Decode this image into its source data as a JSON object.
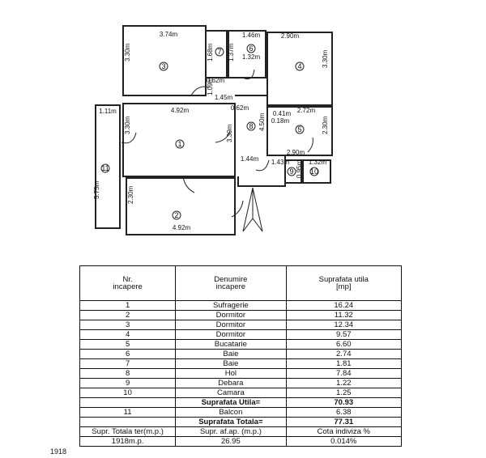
{
  "plan": {
    "rooms": [
      {
        "num": "1",
        "dims": [
          "4.92m",
          "3.30m"
        ]
      },
      {
        "num": "2",
        "dims": [
          "4.92m",
          "2.30m"
        ]
      },
      {
        "num": "3",
        "dims": [
          "3.74m",
          "3.30m"
        ]
      },
      {
        "num": "4",
        "dims": [
          "2.90m",
          "3.30m"
        ]
      },
      {
        "num": "5",
        "dims": [
          "2.72m",
          "2.30m",
          "2.90m"
        ]
      },
      {
        "num": "6",
        "dims": [
          "1.46m",
          "1.32m"
        ]
      },
      {
        "num": "7",
        "dims": [
          "1.68m",
          "0.62m"
        ]
      },
      {
        "num": "8",
        "dims": [
          "4.50m",
          "3.30m",
          "1.44m"
        ]
      },
      {
        "num": "9",
        "dims": [
          "1.43m",
          "0.95m"
        ]
      },
      {
        "num": "10",
        "dims": [
          "1.32m"
        ]
      },
      {
        "num": "11",
        "dims": [
          "1.11m",
          "5.75m"
        ]
      }
    ],
    "extra_dims": [
      "1.09m",
      "1.45m",
      "0.62m",
      "0.41m",
      "0.18m",
      "1.37m"
    ]
  },
  "table": {
    "header": {
      "nr": "Nr.\nincapere",
      "name": "Denumire\nincapere",
      "area": "Suprafata utila\n[mp]"
    },
    "rows": [
      {
        "nr": "1",
        "name": "Sufragerie",
        "area": "16.24"
      },
      {
        "nr": "2",
        "name": "Dormitor",
        "area": "11.32"
      },
      {
        "nr": "3",
        "name": "Dormitor",
        "area": "12.34"
      },
      {
        "nr": "4",
        "name": "Dormitor",
        "area": "9.57"
      },
      {
        "nr": "5",
        "name": "Bucatarie",
        "area": "6.60"
      },
      {
        "nr": "6",
        "name": "Baie",
        "area": "2.74"
      },
      {
        "nr": "7",
        "name": "Baie",
        "area": "1.81"
      },
      {
        "nr": "8",
        "name": "Hol",
        "area": "7.84"
      },
      {
        "nr": "9",
        "name": "Debara",
        "area": "1.22"
      },
      {
        "nr": "10",
        "name": "Camara",
        "area": "1.25"
      }
    ],
    "total_useful_label": "Suprafata Utila=",
    "total_useful": "70.93",
    "balcony": {
      "nr": "11",
      "name": "Balcon",
      "area": "6.38"
    },
    "total_label": "Suprafata Totala=",
    "total": "77.31",
    "footer": {
      "left": "Supr. Totala ter(m.p.)",
      "left_val": "1918m.p.",
      "mid": "Supr. af.ap. (m.p.)",
      "mid_val": "26.95",
      "right": "Cota indiviza %",
      "right_val": "0.014%",
      "side": "1918"
    }
  }
}
